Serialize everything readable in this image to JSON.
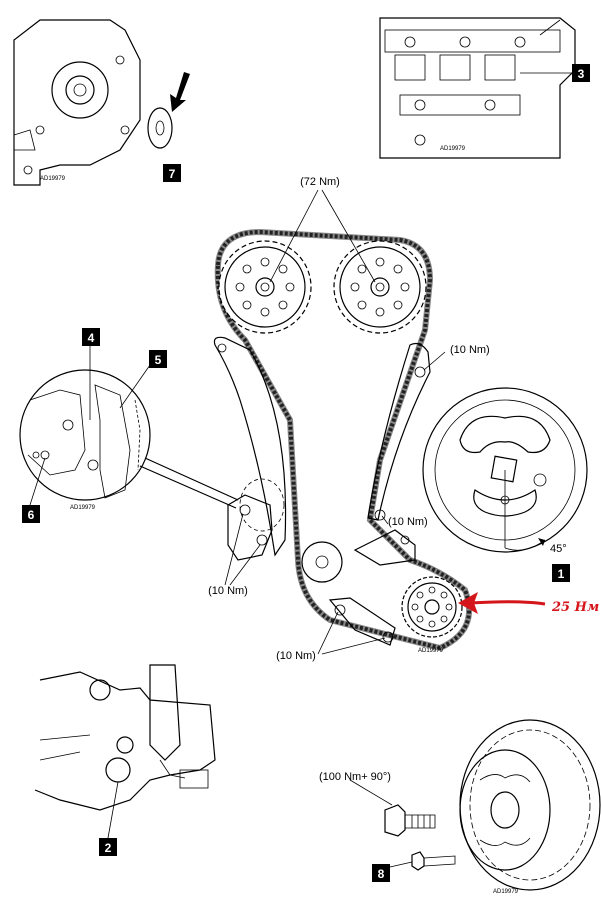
{
  "torque_labels": {
    "camshaft_sprockets": "(72 Nm)",
    "upper_right_guide": "(10 Nm)",
    "tensioner_right": "(10 Nm)",
    "tensioner_left": "(10 Nm)",
    "lower_guide": "(10 Nm)",
    "crank_pulley_bolt": "(100 Nm+ 90°)"
  },
  "handwritten_annotation": "25 Нм",
  "angle_label": "45°",
  "drawing_code": "AD19979",
  "callouts": [
    "1",
    "2",
    "3",
    "4",
    "5",
    "6",
    "7",
    "8"
  ],
  "colors": {
    "annotation": "#d4151a",
    "ink": "#000000",
    "tag_bg": "#000000"
  }
}
